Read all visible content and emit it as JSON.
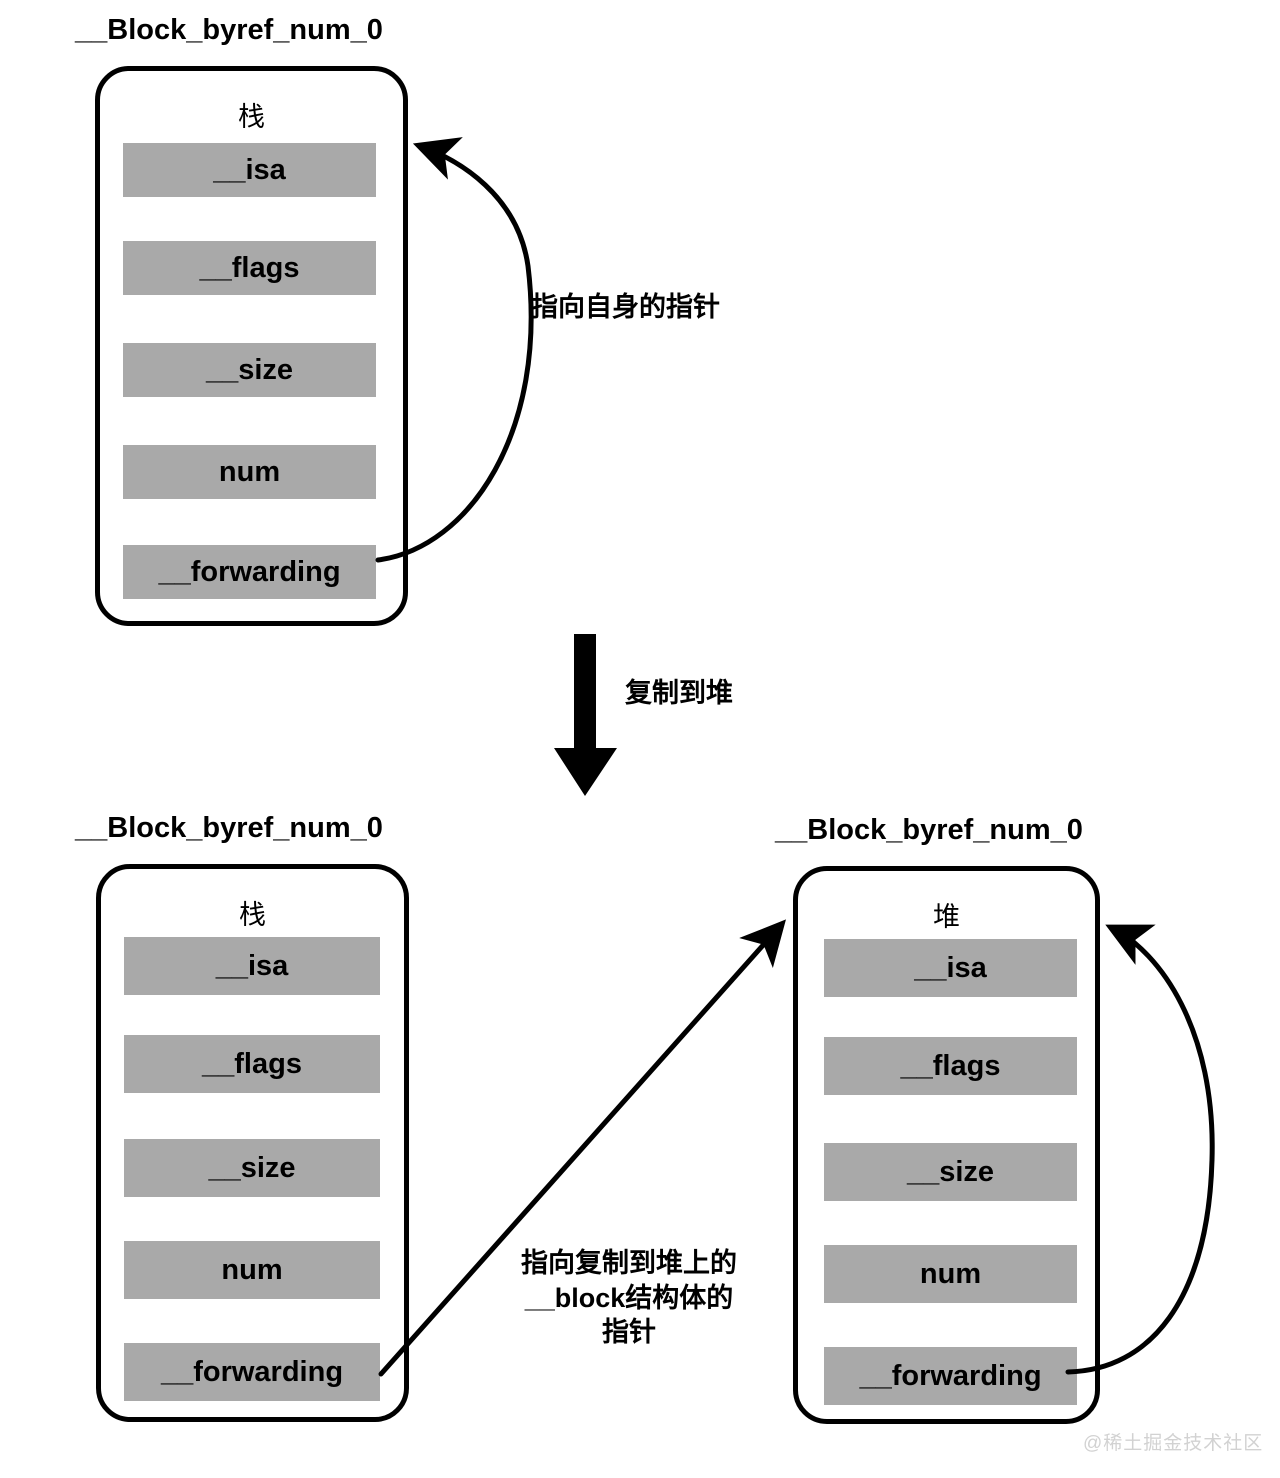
{
  "diagram": {
    "title_text": "__Block_byref_num_0",
    "fields": [
      "__isa",
      "__flags",
      "__size",
      "num",
      "__forwarding"
    ],
    "colors": {
      "field_fill": "#a9a9a9",
      "stroke": "#000000",
      "background": "#ffffff",
      "watermark": "#d2d2d2"
    },
    "boxes": {
      "top_stack": {
        "title": "__Block_byref_num_0",
        "region_label": "栈",
        "fields": [
          "__isa",
          "__flags",
          "__size",
          "num",
          "__forwarding"
        ]
      },
      "bottom_stack": {
        "title": "__Block_byref_num_0",
        "region_label": "栈",
        "fields": [
          "__isa",
          "__flags",
          "__size",
          "num",
          "__forwarding"
        ]
      },
      "bottom_heap": {
        "title": "__Block_byref_num_0",
        "region_label": "堆",
        "fields": [
          "__isa",
          "__flags",
          "__size",
          "num",
          "__forwarding"
        ]
      }
    },
    "annotations": {
      "self_pointer": "指向自身的指针",
      "copy_to_heap": "复制到堆",
      "heap_pointer_line1": "指向复制到堆上的",
      "heap_pointer_line2": "__block结构体的",
      "heap_pointer_line3": "指针"
    },
    "watermark": "@稀土掘金技术社区"
  }
}
